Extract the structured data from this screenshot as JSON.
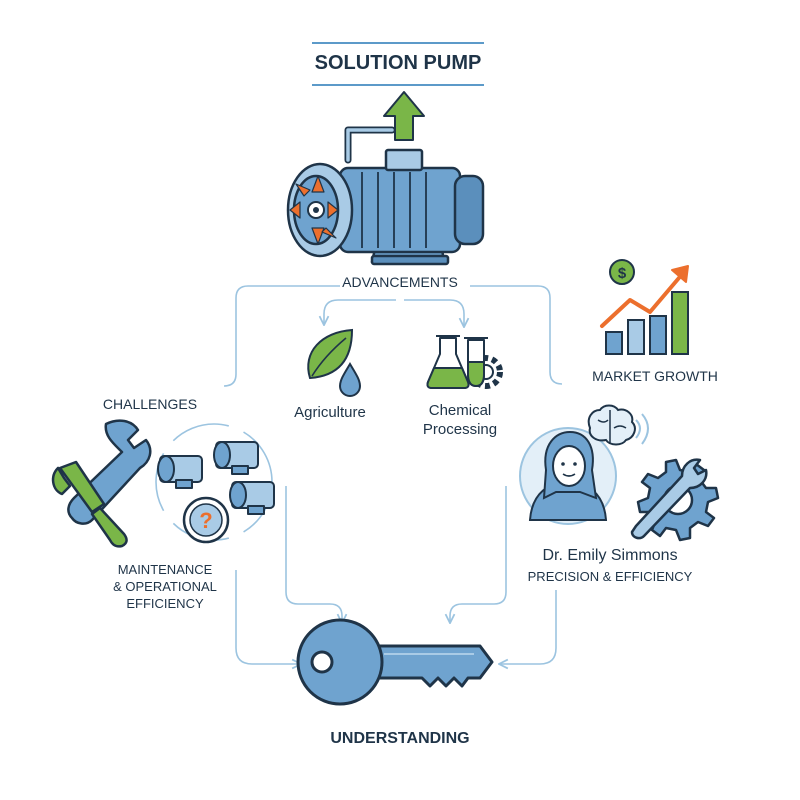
{
  "title": "SOLUTION PUMP",
  "labels": {
    "advancements": "ADVANCEMENTS",
    "agriculture": "Agriculture",
    "chemical_line1": "Chemical",
    "chemical_line2": "Processing",
    "market_growth": "MARKET GROWTH",
    "challenges": "CHALLENGES",
    "maintenance_line1": "MAINTENANCE",
    "maintenance_line2": "& OPERATIONAL",
    "maintenance_line3": "EFFICIENCY",
    "person_name": "Dr. Emily Simmons",
    "person_subtitle": "PRECISION & EFFICIENCY",
    "understanding": "UNDERSTANDING",
    "dollar_sign": "$",
    "question_mark": "?"
  },
  "colors": {
    "navy": "#1f3448",
    "blue": "#6fa3cf",
    "light_blue": "#a9cbe6",
    "green": "#7ab648",
    "orange": "#ec6f2d",
    "connector": "#9cc4e0"
  },
  "icons": [
    "pump-icon",
    "up-arrow-icon",
    "leaf-icon",
    "water-drop-icon",
    "flask-icon",
    "gear-icon",
    "bar-chart-icon",
    "growth-arrow-icon",
    "dollar-icon",
    "wrench-icon",
    "screwdriver-icon",
    "motor-icon",
    "pressure-gauge-icon",
    "person-avatar-icon",
    "brain-icon",
    "gear-wrench-icon",
    "key-icon"
  ]
}
